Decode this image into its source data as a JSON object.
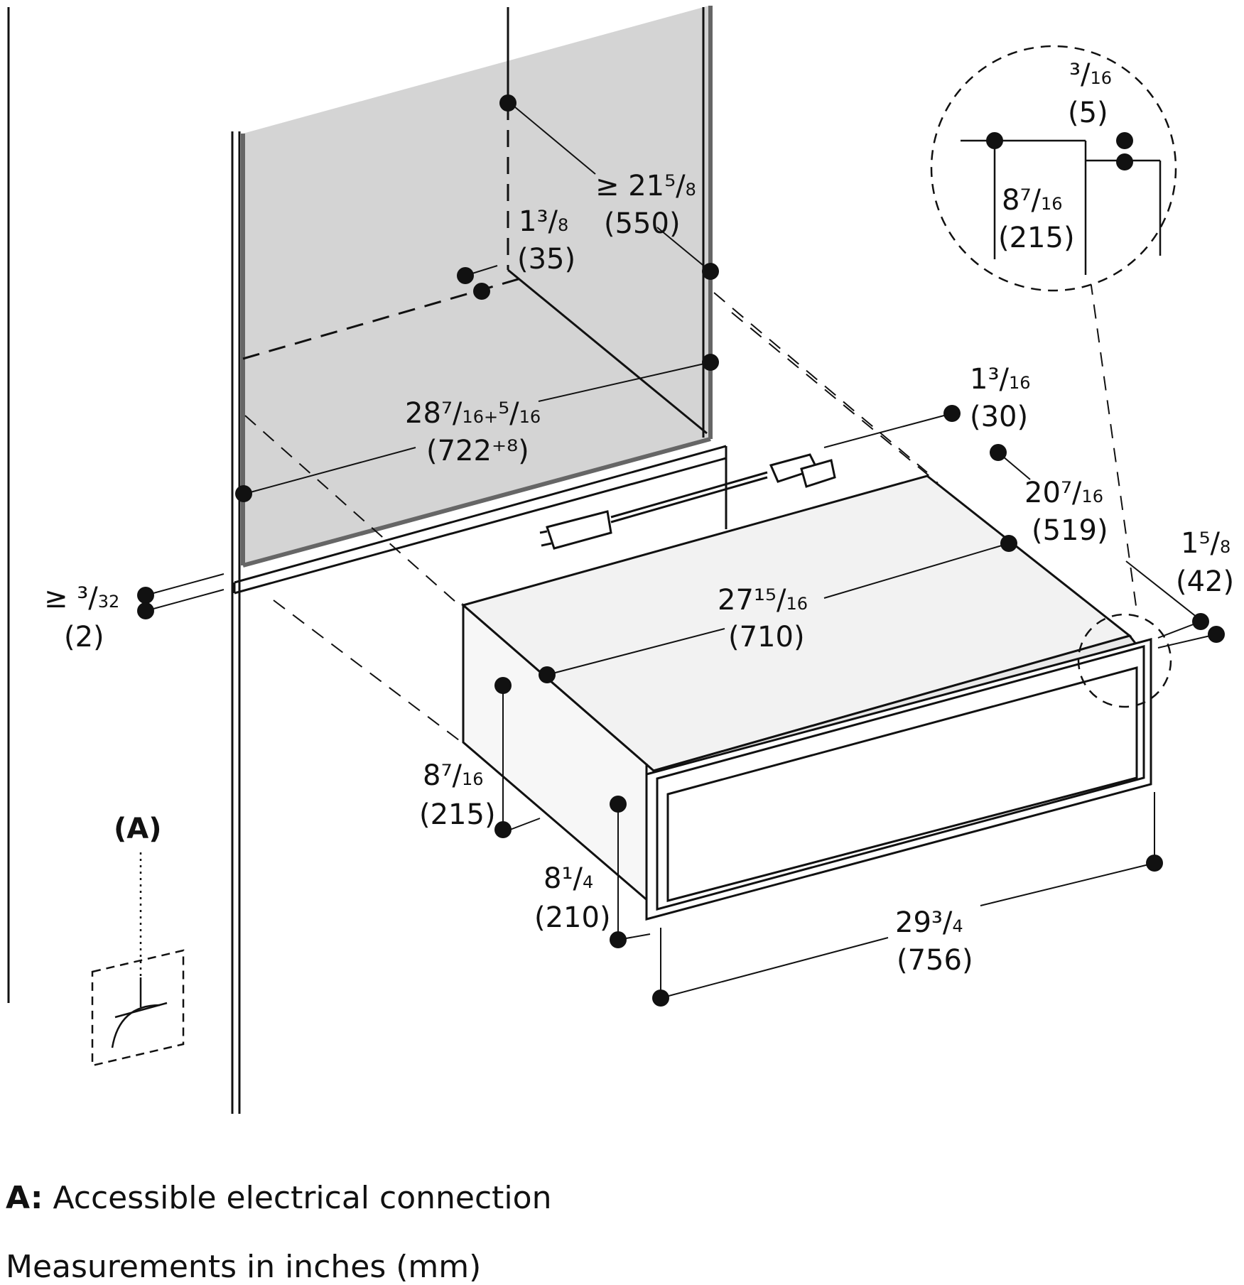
{
  "labels": {
    "outer_gap": {
      "main": "≥ ³/",
      "sub": "32",
      "mm": "(2)"
    },
    "depth_top": {
      "main": "1³/",
      "sub": "8",
      "mm": "(35)"
    },
    "niche_depth": {
      "main": "≥ 21⁵/",
      "sub": "8",
      "mm": "(550)"
    },
    "niche_width": {
      "main": "28⁷/",
      "sub": "16+",
      "main2": "⁵/",
      "sub2": "16",
      "mm": "(722⁺⁸)"
    },
    "cord_offset": {
      "main": "1³/",
      "sub": "16",
      "mm": "(30)"
    },
    "unit_depth": {
      "main": "20⁷/",
      "sub": "16",
      "mm": "(519)"
    },
    "unit_width": {
      "main": "27¹⁵/",
      "sub": "16",
      "mm": "(710)"
    },
    "front_thickness": {
      "main": "1⁵/",
      "sub": "8",
      "mm": "(42)"
    },
    "detail_gap": {
      "main": "³/",
      "sub": "16",
      "mm": "(5)"
    },
    "detail_height": {
      "main": "8⁷/",
      "sub": "16",
      "mm": "(215)"
    },
    "body_height": {
      "main": "8⁷/",
      "sub": "16",
      "mm": "(215)"
    },
    "front_height": {
      "main": "8¹/",
      "sub": "4",
      "mm": "(210)"
    },
    "front_width": {
      "main": "29³/",
      "sub": "4",
      "mm": "(756)"
    },
    "marker_a": "(A)"
  },
  "legend": {
    "a_key": "A:",
    "a_text": "Accessible electrical connection",
    "units": "Measurements in inches (mm)"
  }
}
